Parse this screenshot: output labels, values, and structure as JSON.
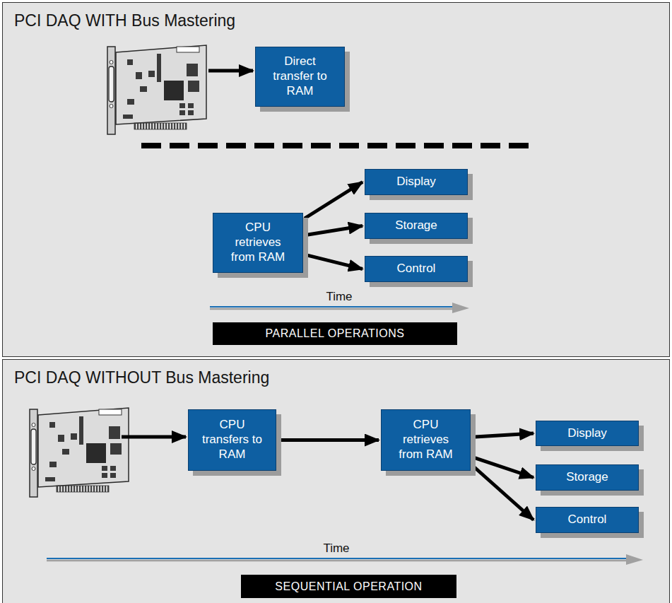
{
  "diagram": {
    "nodes": [
      {
        "text": [
          "PCI DAQ WITH Bus Mastering"
        ]
      },
      {
        "text": [
          "Direct transfer to RAM"
        ],
        "in": 0
      },
      {
        "text": [
          "CPU retrieves from RAM"
        ],
        "in": 0
      },
      {
        "text": [
          "Display"
        ],
        "in": 0
      },
      {
        "text": [
          "Storage"
        ],
        "in": 0
      },
      {
        "text": [
          "Control"
        ],
        "in": 0
      },
      {
        "text": [
          "PARALLEL OPERATIONS"
        ],
        "in": 0
      },
      {
        "text": [
          "PCI DAQ WITHOUT Bus Mastering"
        ]
      },
      {
        "text": [
          "CPU transfers to RAM"
        ],
        "in": 7
      },
      {
        "text": [
          "CPU retrieves from RAM"
        ],
        "in": 7
      },
      {
        "text": [
          "Display"
        ],
        "in": 7
      },
      {
        "text": [
          "Storage"
        ],
        "in": 7
      },
      {
        "text": [
          "Control"
        ],
        "in": 7
      },
      {
        "text": [
          "SEQUENTIAL OPERATION"
        ],
        "in": 7
      }
    ],
    "edges": [
      {
        "from": 2,
        "to": 3,
        "arrow": "to"
      },
      {
        "from": 2,
        "to": 4,
        "arrow": "to"
      },
      {
        "from": 2,
        "to": 5,
        "arrow": "to"
      },
      {
        "from": 8,
        "to": 9,
        "arrow": "to"
      },
      {
        "from": 9,
        "to": 10,
        "arrow": "to"
      },
      {
        "from": 9,
        "to": 11,
        "arrow": "to"
      },
      {
        "from": 9,
        "to": 12,
        "arrow": "to"
      }
    ],
    "labels": [
      "Time",
      "Time"
    ]
  }
}
